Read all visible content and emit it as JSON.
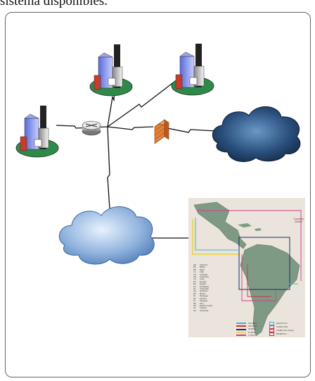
{
  "caption": "sistema disponibles.",
  "colors": {
    "frame": "#666666",
    "cloud_blue": "#8fb2dc",
    "cloud_dark": "#1c3a5c",
    "firewall": "#e2803a",
    "ground": "#2f8a4a",
    "map_bg": "#eae4dc",
    "land": "#7f9a84"
  },
  "nodes": {
    "building_icon": "office-building-icon",
    "router_icon": "router-icon",
    "firewall_icon": "brick-firewall-icon",
    "cloud_icon": "cloud-icon"
  },
  "map": {
    "title_line1": "Conexión",
    "title_line2": "GEANT",
    "countries": [
      {
        "code": "AR",
        "name": "Argentina"
      },
      {
        "code": "BO",
        "name": "Bolivia"
      },
      {
        "code": "BR",
        "name": "Brasil"
      },
      {
        "code": "CL",
        "name": "Chile"
      },
      {
        "code": "CO",
        "name": "Colombia"
      },
      {
        "code": "CR",
        "name": "Costa Rica"
      },
      {
        "code": "CU",
        "name": "Cuba"
      },
      {
        "code": "EC",
        "name": "Ecuador"
      },
      {
        "code": "ES",
        "name": "España"
      },
      {
        "code": "SV",
        "name": "El Salvador"
      },
      {
        "code": "GT",
        "name": "Guatemala"
      },
      {
        "code": "HN",
        "name": "Honduras"
      },
      {
        "code": "MX",
        "name": "México"
      },
      {
        "code": "NI",
        "name": "Nicaragua"
      },
      {
        "code": "PA",
        "name": "Panamá"
      },
      {
        "code": "PY",
        "name": "Paraguay"
      },
      {
        "code": "PE",
        "name": "Perú"
      },
      {
        "code": "US",
        "name": "Estados Unidos"
      },
      {
        "code": "UY",
        "name": "Uruguay"
      },
      {
        "code": "VE",
        "name": "Venezuela"
      }
    ],
    "speeds": [
      {
        "label": "622 Mbit/s",
        "color": "#4cb0c8"
      },
      {
        "label": "155 Mbit/s",
        "color": "#c8343c"
      },
      {
        "label": "45 Mbit/s",
        "color": "#1c2a6a"
      },
      {
        "label": "10 Mbit/s",
        "color": "#e8d860"
      },
      {
        "label": "1 Gbit/s",
        "color": "#d03c8c"
      }
    ],
    "networks": [
      {
        "label": "GEANT PoP",
        "color": "#4cb0c8"
      },
      {
        "label": "CLARA PoPs",
        "color": "#d03c8c"
      },
      {
        "label": "CeNEN (San Diego)",
        "color": "#c8343c"
      },
      {
        "label": "BANENCLA",
        "color": "#c8343c"
      }
    ]
  }
}
